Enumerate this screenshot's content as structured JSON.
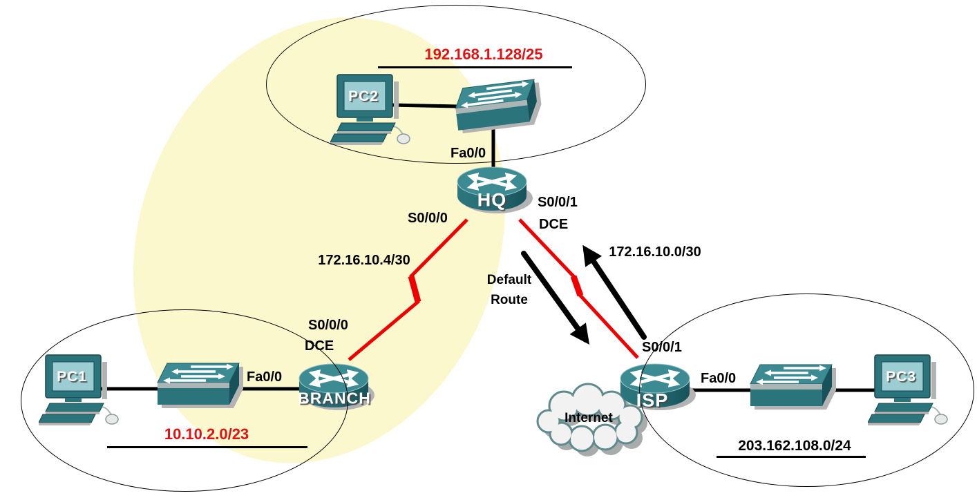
{
  "colors": {
    "network_label_red": "#e11212",
    "serial_link_red": "#ee0000",
    "highlight_yellow": "#fbf8cd",
    "teal_top": "#3d8b92",
    "teal_front": "#2c747c",
    "teal_dark": "#17525a",
    "screen_teal": "#9ccdd2",
    "cloud_fill": "#f2f2f2",
    "cloud_stroke": "#5f8b8d",
    "shadow_gray": "#b3b3b3",
    "link_black": "#000000"
  },
  "networks": {
    "hq_lan": "192.168.1.128/25",
    "branch_lan": "10.10.2.0/23",
    "isp_lan": "203.162.108.0/24",
    "branch_hq_wan": "172.16.10.4/30",
    "hq_isp_wan": "172.16.10.0/30"
  },
  "devices": {
    "pc1": "PC1",
    "pc2": "PC2",
    "pc3": "PC3",
    "hq": "HQ",
    "branch": "BRANCH",
    "isp": "ISP",
    "internet": "Internet"
  },
  "interfaces": {
    "hq_fa00": "Fa0/0",
    "hq_s000": "S0/0/0",
    "hq_s001": "S0/0/1",
    "hq_dce": "DCE",
    "branch_fa00": "Fa0/0",
    "branch_s000": "S0/0/0",
    "branch_dce": "DCE",
    "isp_fa00": "Fa0/0",
    "isp_s001": "S0/0/1"
  },
  "annotations": {
    "default_route_line1": "Default",
    "default_route_line2": "Route"
  }
}
